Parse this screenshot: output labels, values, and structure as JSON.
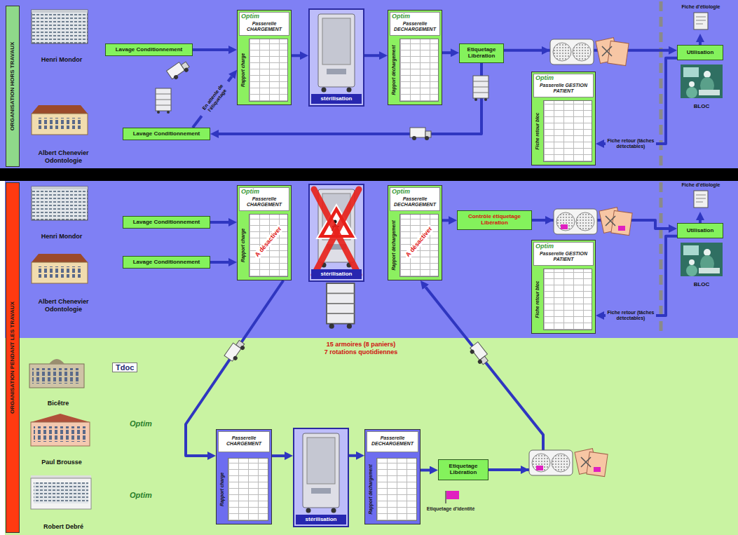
{
  "diagram": {
    "nodes": [
      {
        "text": [
          "ORGANISATION HORS TRAVAUX"
        ]
      },
      {
        "text": [
          "Henri Mondor"
        ]
      },
      {
        "text": [
          "Lavage Conditionnement"
        ]
      },
      {
        "text": [
          "Lavage Conditionnement"
        ]
      },
      {
        "text": [
          "Albert Chenevier Odontologie"
        ]
      },
      {
        "text": [
          "Optim",
          "Passerelle CHARGEMENT",
          "Rapport charge"
        ]
      },
      {
        "text": [
          "stérilisation"
        ]
      },
      {
        "text": [
          "Optim",
          "Passerelle DECHARGEMENT",
          "Rapport déchargement"
        ]
      },
      {
        "text": [
          "Etiquetage Libération"
        ]
      },
      {
        "text": [
          "Fiche d'étiologie"
        ]
      },
      {
        "text": [
          "Utilisation"
        ]
      },
      {
        "text": [
          "BLOC"
        ]
      },
      {
        "text": [
          "Optim",
          "Passerelle GESTION PATIENT",
          "Fiche retour bloc"
        ]
      },
      {
        "text": [
          "ORGANISATION PENDANT LES TRAVAUX"
        ]
      },
      {
        "text": [
          "Henri Mondor"
        ]
      },
      {
        "text": [
          "Lavage Conditionnement"
        ]
      },
      {
        "text": [
          "Lavage Conditionnement"
        ]
      },
      {
        "text": [
          "Albert Chenevier Odontologie"
        ]
      },
      {
        "text": [
          "Optim",
          "Passerelle CHARGEMENT",
          "Rapport charge",
          "A désactiver"
        ]
      },
      {
        "text": [
          "stérilisation"
        ]
      },
      {
        "text": [
          "Optim",
          "Passerelle DECHARGEMENT",
          "Rapport déchargement",
          "A désactiver"
        ]
      },
      {
        "text": [
          "Contrôle étiquetage Libération"
        ]
      },
      {
        "text": [
          "Fiche d'étiologie"
        ]
      },
      {
        "text": [
          "Utilisation"
        ]
      },
      {
        "text": [
          "BLOC"
        ]
      },
      {
        "text": [
          "Optim",
          "Passerelle GESTION PATIENT",
          "Fiche retour bloc"
        ]
      },
      {
        "text": [
          "15 armoires (8 paniers)",
          "7 rotations quotidiennes"
        ]
      },
      {
        "text": [
          "Bicêtre"
        ]
      },
      {
        "text": [
          "Paul Brousse"
        ]
      },
      {
        "text": [
          "Robert Debré"
        ]
      },
      {
        "text": [
          "Passerelle CHARGEMENT",
          "Rapport charge"
        ]
      },
      {
        "text": [
          "stérilisation"
        ]
      },
      {
        "text": [
          "Passerelle DECHARGEMENT",
          "Rapport déchargement"
        ]
      },
      {
        "text": [
          "Etiquetage Libération"
        ]
      }
    ],
    "edges": [
      {
        "from": 2,
        "to": 5,
        "arrow": "to"
      },
      {
        "from": 3,
        "to": 5,
        "arrow": "to",
        "label": "En attente de l'étiquetage"
      },
      {
        "from": 5,
        "to": 6,
        "arrow": "to"
      },
      {
        "from": 6,
        "to": 7,
        "arrow": "to"
      },
      {
        "from": 7,
        "to": 8,
        "arrow": "to"
      },
      {
        "from": 8,
        "to": 10,
        "arrow": "to"
      },
      {
        "from": 8,
        "to": 3,
        "arrow": "to"
      },
      {
        "from": 10,
        "to": 9,
        "arrow": "to"
      },
      {
        "from": 10,
        "to": 12,
        "arrow": "to",
        "label": "Fiche retour (tâches détectables)"
      },
      {
        "from": 15,
        "to": 18,
        "arrow": "to"
      },
      {
        "from": 16,
        "to": 18,
        "arrow": "to"
      },
      {
        "from": 18,
        "to": 30,
        "arrow": "to"
      },
      {
        "from": 20,
        "to": 21,
        "arrow": "to"
      },
      {
        "from": 21,
        "to": 23,
        "arrow": "to"
      },
      {
        "from": 23,
        "to": 22,
        "arrow": "to"
      },
      {
        "from": 23,
        "to": 25,
        "arrow": "to",
        "label": "Fiche retour (tâches détectables)"
      },
      {
        "from": 33,
        "to": 20,
        "arrow": "to"
      },
      {
        "from": 30,
        "to": 31,
        "arrow": "to"
      },
      {
        "from": 31,
        "to": 32,
        "arrow": "to"
      },
      {
        "from": 32,
        "to": 33,
        "arrow": "to"
      }
    ],
    "labels": [
      "Tdoc",
      "Optim",
      "Optim",
      "Etiquetage d'identité"
    ]
  }
}
